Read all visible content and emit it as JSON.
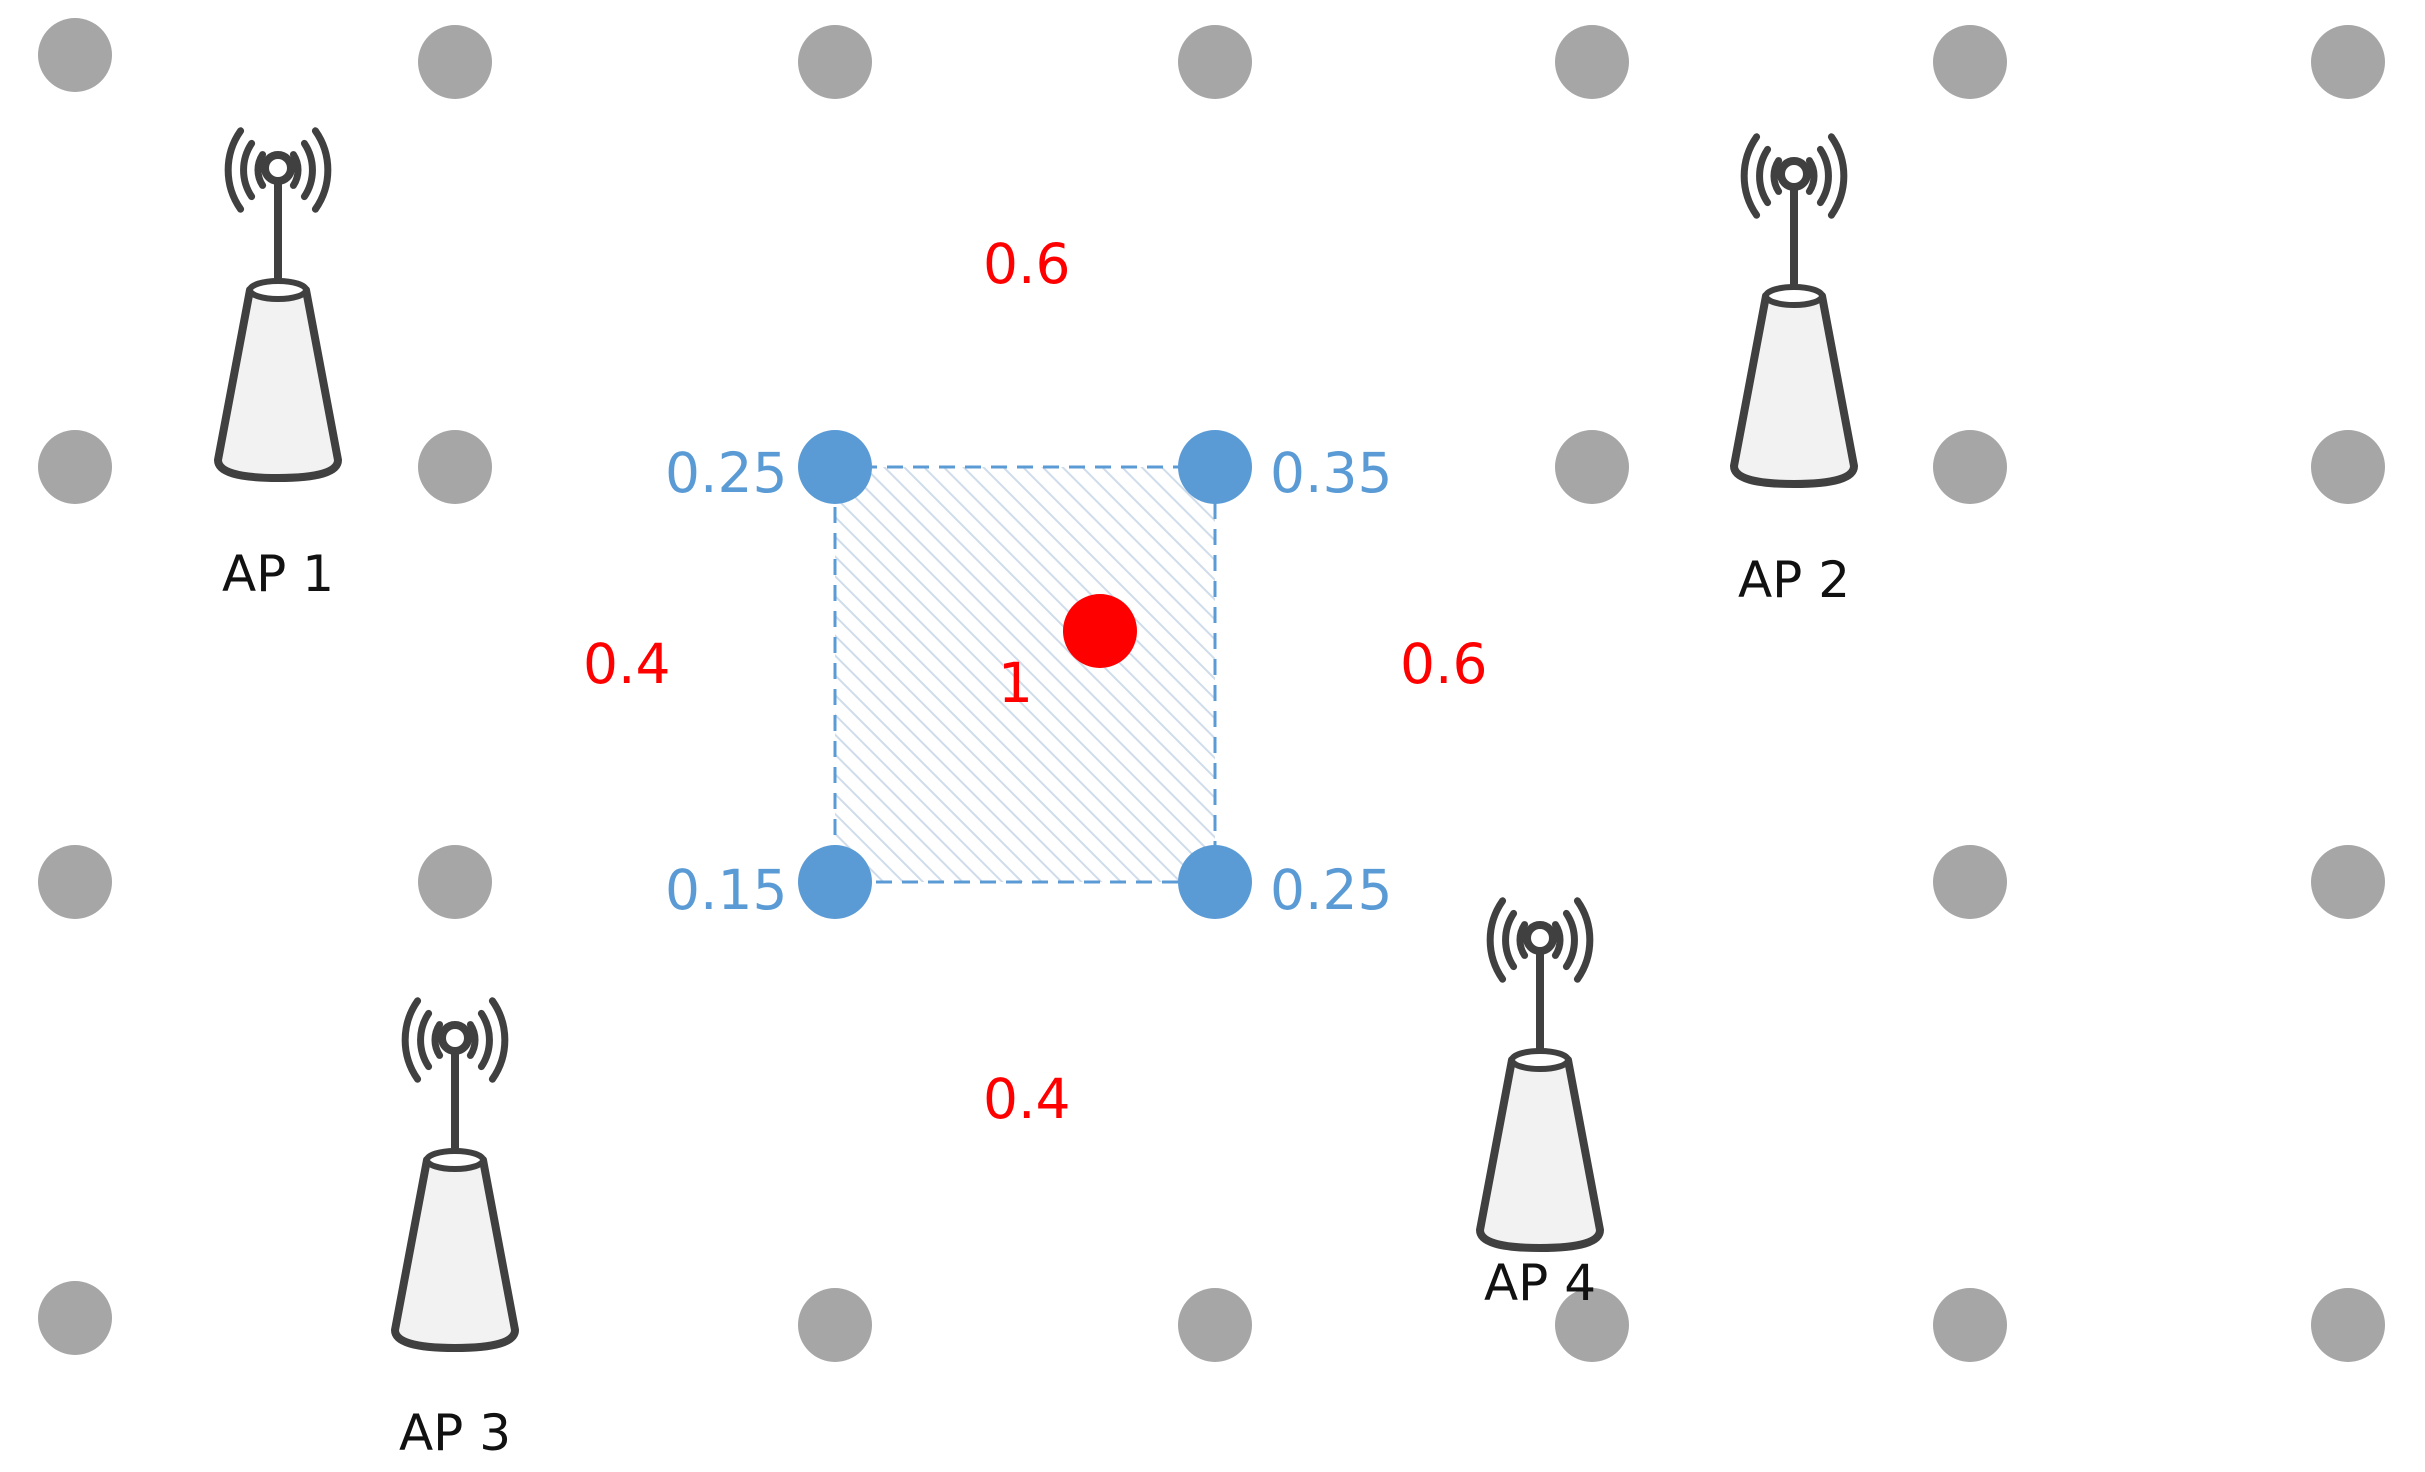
{
  "colors": {
    "background": "#ffffff",
    "grid_dot": "#a6a6a6",
    "corner_dot": "#5b9bd5",
    "target_dot": "#ff0000",
    "weight_text": "#ff0000",
    "corner_text": "#5b9bd5",
    "cell_fill": "#dbe7f3",
    "cell_border": "#5b9bd5",
    "ap_outline": "#404040",
    "ap_body": "#f2f2f2",
    "label_text": "#111111"
  },
  "icons": {
    "access_point": "wifi-antenna-icon"
  },
  "access_points": [
    {
      "label": "AP 1"
    },
    {
      "label": "AP 2"
    },
    {
      "label": "AP 3"
    },
    {
      "label": "AP 4"
    }
  ],
  "corner_values": {
    "top_left": "0.25",
    "top_right": "0.35",
    "bottom_left": "0.15",
    "bottom_right": "0.25"
  },
  "interpolation_weights": {
    "top": "0.6",
    "bottom": "0.4",
    "left": "0.4",
    "right": "0.6",
    "center": "1"
  }
}
